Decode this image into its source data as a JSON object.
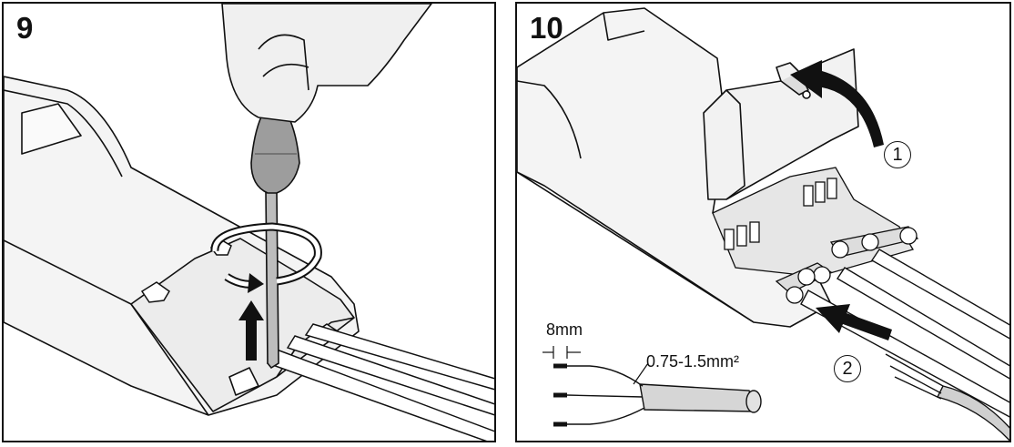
{
  "panels": [
    {
      "step": "9"
    },
    {
      "step": "10",
      "callouts": [
        "1",
        "2"
      ],
      "strip_length": "8mm",
      "cross_section": "0.75-1.5mm²"
    }
  ],
  "colors": {
    "line": "#111111",
    "fill_light": "#f2f2f2",
    "fill_mid": "#d6d6d6",
    "arrow": "#111111"
  }
}
